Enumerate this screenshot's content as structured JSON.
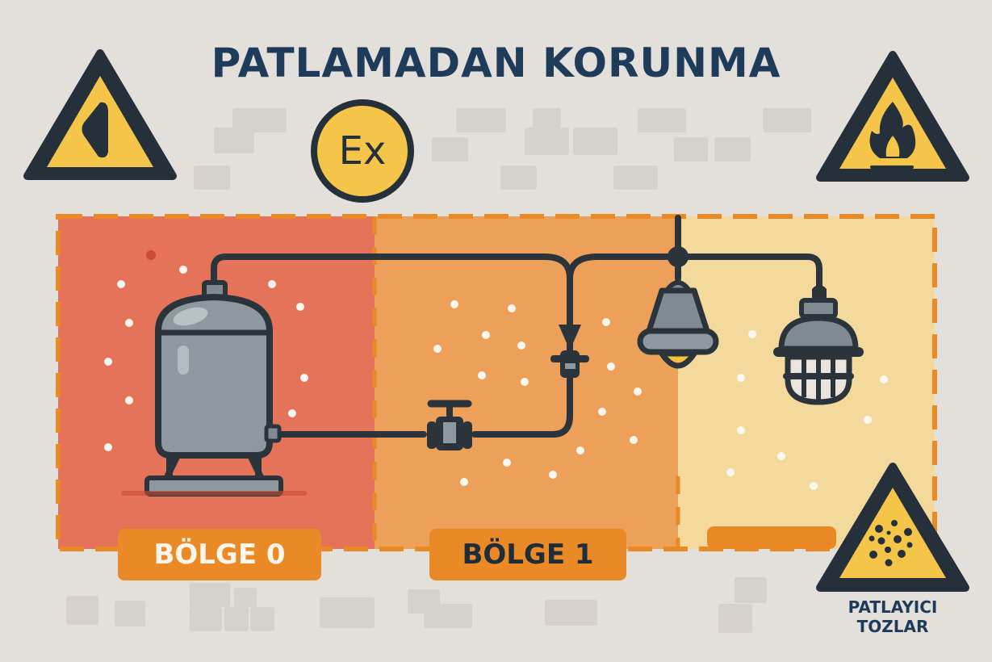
{
  "title": "PATLAMADAN KORUNMA",
  "colors": {
    "background": "#e3dfda",
    "title": "#1f3b5a",
    "zone0": "#e4735a",
    "zone1": "#eca059",
    "zone2": "#f3d99c",
    "border_dash": "#ea8a26",
    "sign_yellow": "#f5c54a",
    "sign_outline": "#25303a",
    "equipment_gray": "#7f8b92",
    "pipe": "#2b343b"
  },
  "ex_mark": {
    "text": "Ex",
    "icon": "atex-ex-mark-icon"
  },
  "signs": [
    {
      "id": "general-warning",
      "icon": "warning-triangle-icon"
    },
    {
      "id": "flammable",
      "icon": "flame-warning-icon"
    },
    {
      "id": "explosive-dust",
      "icon": "dust-warning-icon",
      "label_lines": [
        "PATLAYICI",
        "TOZLAR"
      ]
    }
  ],
  "zones": [
    {
      "id": "zone-0",
      "label": "BÖLGE 0",
      "label_color": "#fdf5ea"
    },
    {
      "id": "zone-1",
      "label": "BÖLGE 1",
      "label_color": "#1f2d3a"
    },
    {
      "id": "zone-2",
      "label": ""
    }
  ],
  "equipment": [
    {
      "id": "pressure-tank",
      "icon": "tank-icon"
    },
    {
      "id": "valve",
      "icon": "valve-icon"
    },
    {
      "id": "junction-connector",
      "icon": "connector-icon"
    },
    {
      "id": "bell-lamp",
      "icon": "bell-lamp-icon"
    },
    {
      "id": "caged-lamp",
      "icon": "caged-lamp-icon"
    }
  ]
}
